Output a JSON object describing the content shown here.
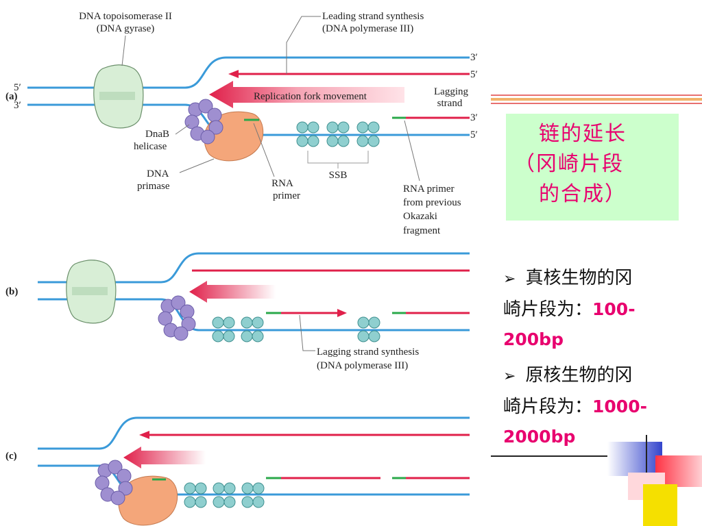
{
  "figure": {
    "panels": [
      "(a)",
      "(b)",
      "(c)"
    ],
    "labels": {
      "topoisomerase_line1": "DNA topoisomerase II",
      "topoisomerase_line2": "(DNA gyrase)",
      "leading_line1": "Leading strand synthesis",
      "leading_line2": "(DNA polymerase III)",
      "fork_movement": "Replication fork movement",
      "lagging_line1": "Lagging",
      "lagging_line2": "strand",
      "dnab_line1": "DnaB",
      "dnab_line2": "helicase",
      "primase_line1": "DNA",
      "primase_line2": "primase",
      "rna_primer_line1": "RNA",
      "rna_primer_line2": "primer",
      "ssb": "SSB",
      "prev_primer_line1": "RNA primer",
      "prev_primer_line2": "from previous",
      "prev_primer_line3": "Okazaki",
      "prev_primer_line4": "fragment",
      "lagging_synth_line1": "Lagging strand synthesis",
      "lagging_synth_line2": "(DNA polymerase III)",
      "end_3_top": "3′",
      "end_5_mid": "5′",
      "end_3_mid": "3′",
      "end_5_bot": "5′",
      "left_5": "5′",
      "left_3": "3′"
    },
    "colors": {
      "dna": "#3a9ad9",
      "new_strand": "#e0204a",
      "primer": "#2aa84a",
      "helicase": "#9f8fd0",
      "primase": "#f4a67a",
      "gyrase": "#d8eed6",
      "ssb": "#8fcfcf"
    }
  },
  "title_box": {
    "line1": "链的延长",
    "line2": "（冈崎片段",
    "line3": "的合成）"
  },
  "bullets": [
    {
      "icon": "arrow-bullet-icon",
      "text_line1": "真核生物的冈",
      "text_line2": "崎片段为：",
      "value_a": "100-",
      "value_b": "200bp"
    },
    {
      "icon": "arrow-bullet-icon",
      "text_line1": "原核生物的冈",
      "text_line2": "崎片段为：",
      "value_a": "1000-",
      "value_b": "2000bp"
    }
  ]
}
